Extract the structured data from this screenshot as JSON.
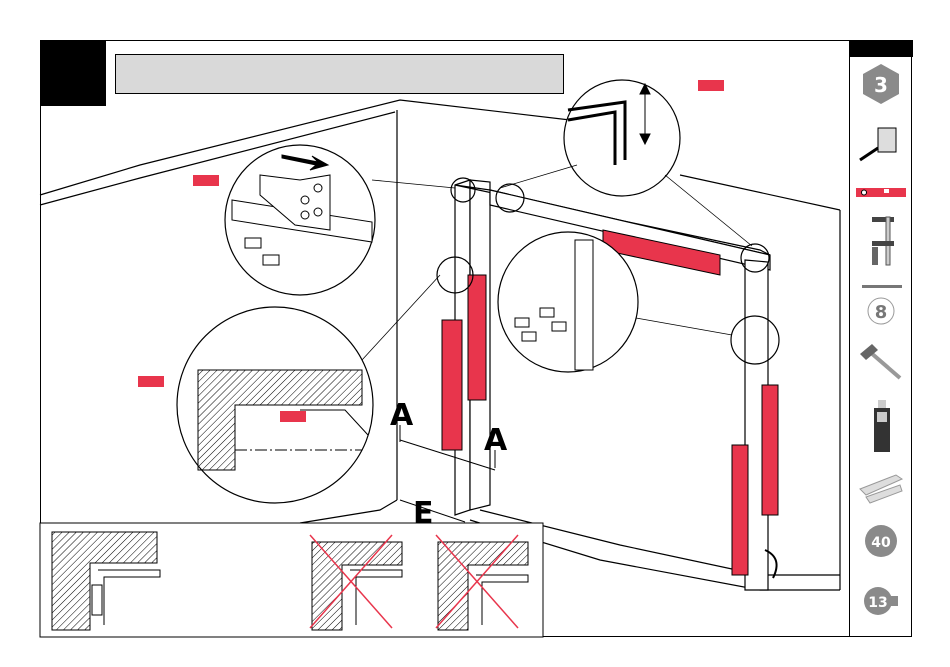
{
  "header": {
    "step_title": ""
  },
  "labels": {
    "section_a_left": "A",
    "section_a_right": "A",
    "dimension_e": "E"
  },
  "sidebar": {
    "tools": [
      {
        "icon": "step-number-badge",
        "text": "3"
      },
      {
        "icon": "tape-measure-icon"
      },
      {
        "icon": "spirit-level-icon"
      },
      {
        "icon": "clamp-icon"
      },
      {
        "icon": "drill-bit-icon",
        "text": "8"
      },
      {
        "icon": "hammer-icon"
      },
      {
        "icon": "silicone-cartridge-icon"
      },
      {
        "icon": "wedges-icon"
      },
      {
        "icon": "torx-bit-icon",
        "text": "40"
      },
      {
        "icon": "wrench-icon",
        "text": "13"
      }
    ]
  },
  "colors": {
    "accent": "#e8354c",
    "title_bar": "#d9d9d9",
    "icon_gray": "#8a8a8a"
  }
}
